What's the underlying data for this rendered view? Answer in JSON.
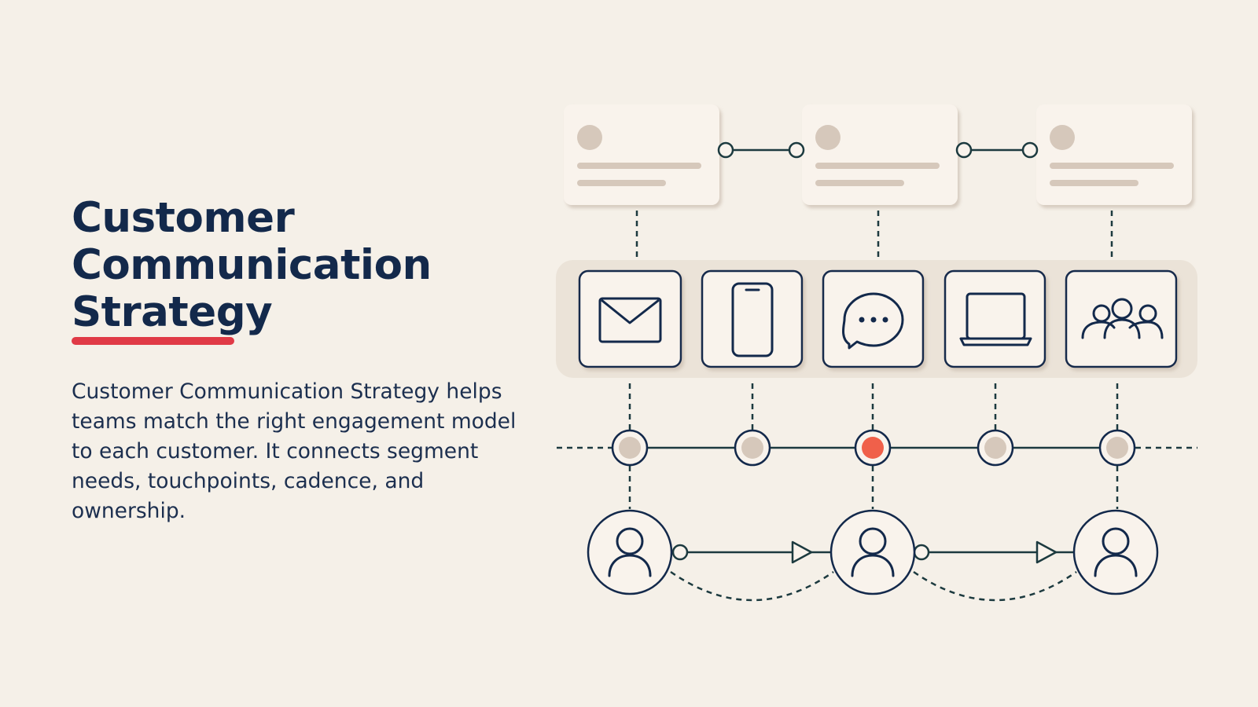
{
  "title": "Customer Communication Strategy",
  "description": "Customer Communication Strategy helps teams match the right engagement model to each customer. It connects segment needs, touchpoints, cadence, and ownership.",
  "colors": {
    "background": "#f5f0e8",
    "navy": "#13294b",
    "accent_red": "#e03a46",
    "active_dot": "#f0604a",
    "card": "#f9f3ec",
    "muted": "#d6c8bb",
    "band": "#ebe3d8",
    "connector": "#1c3a3f"
  },
  "diagram": {
    "cards": [
      "segment-card",
      "segment-card",
      "segment-card"
    ],
    "channels": [
      {
        "icon": "envelope-icon"
      },
      {
        "icon": "smartphone-icon"
      },
      {
        "icon": "chat-bubble-icon"
      },
      {
        "icon": "laptop-icon"
      },
      {
        "icon": "group-icon"
      }
    ],
    "timeline_active_index": 2,
    "owners": [
      "person-icon",
      "person-icon",
      "person-icon"
    ]
  }
}
